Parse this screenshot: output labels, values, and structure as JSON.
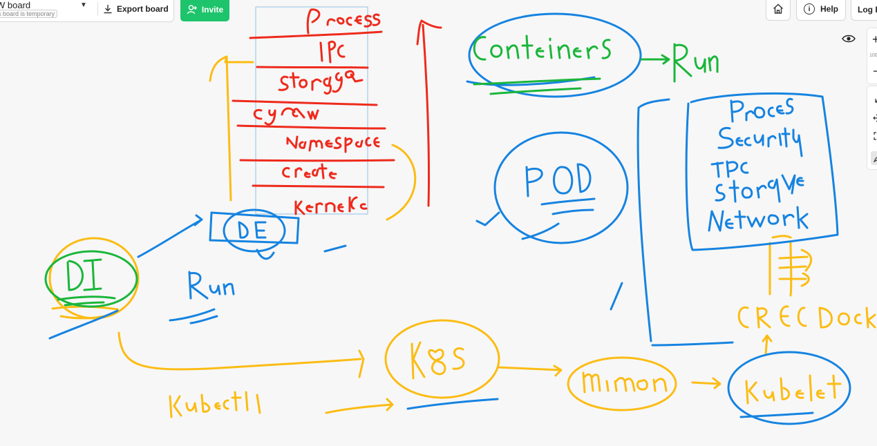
{
  "board": {
    "name": "W board",
    "temp_note": "s board is temporary"
  },
  "toolbar": {
    "export_label": "Export board",
    "invite_label": "Invite",
    "help_label": "Help",
    "login_label": "Log In",
    "help_glyph": "i"
  },
  "zoom": {
    "plus": "+",
    "minus": "−",
    "level": "100"
  },
  "icons": [
    "download-icon",
    "add-user-icon",
    "home-icon",
    "info-icon",
    "eye-icon",
    "shrink-icon",
    "move-icon",
    "fit-screen-icon",
    "pen-icon"
  ],
  "colors": {
    "red": "#ee2a1c",
    "blue": "#1683e0",
    "green": "#1ab63a",
    "yellow": "#fbbc14",
    "invite": "#1ec46b"
  }
}
